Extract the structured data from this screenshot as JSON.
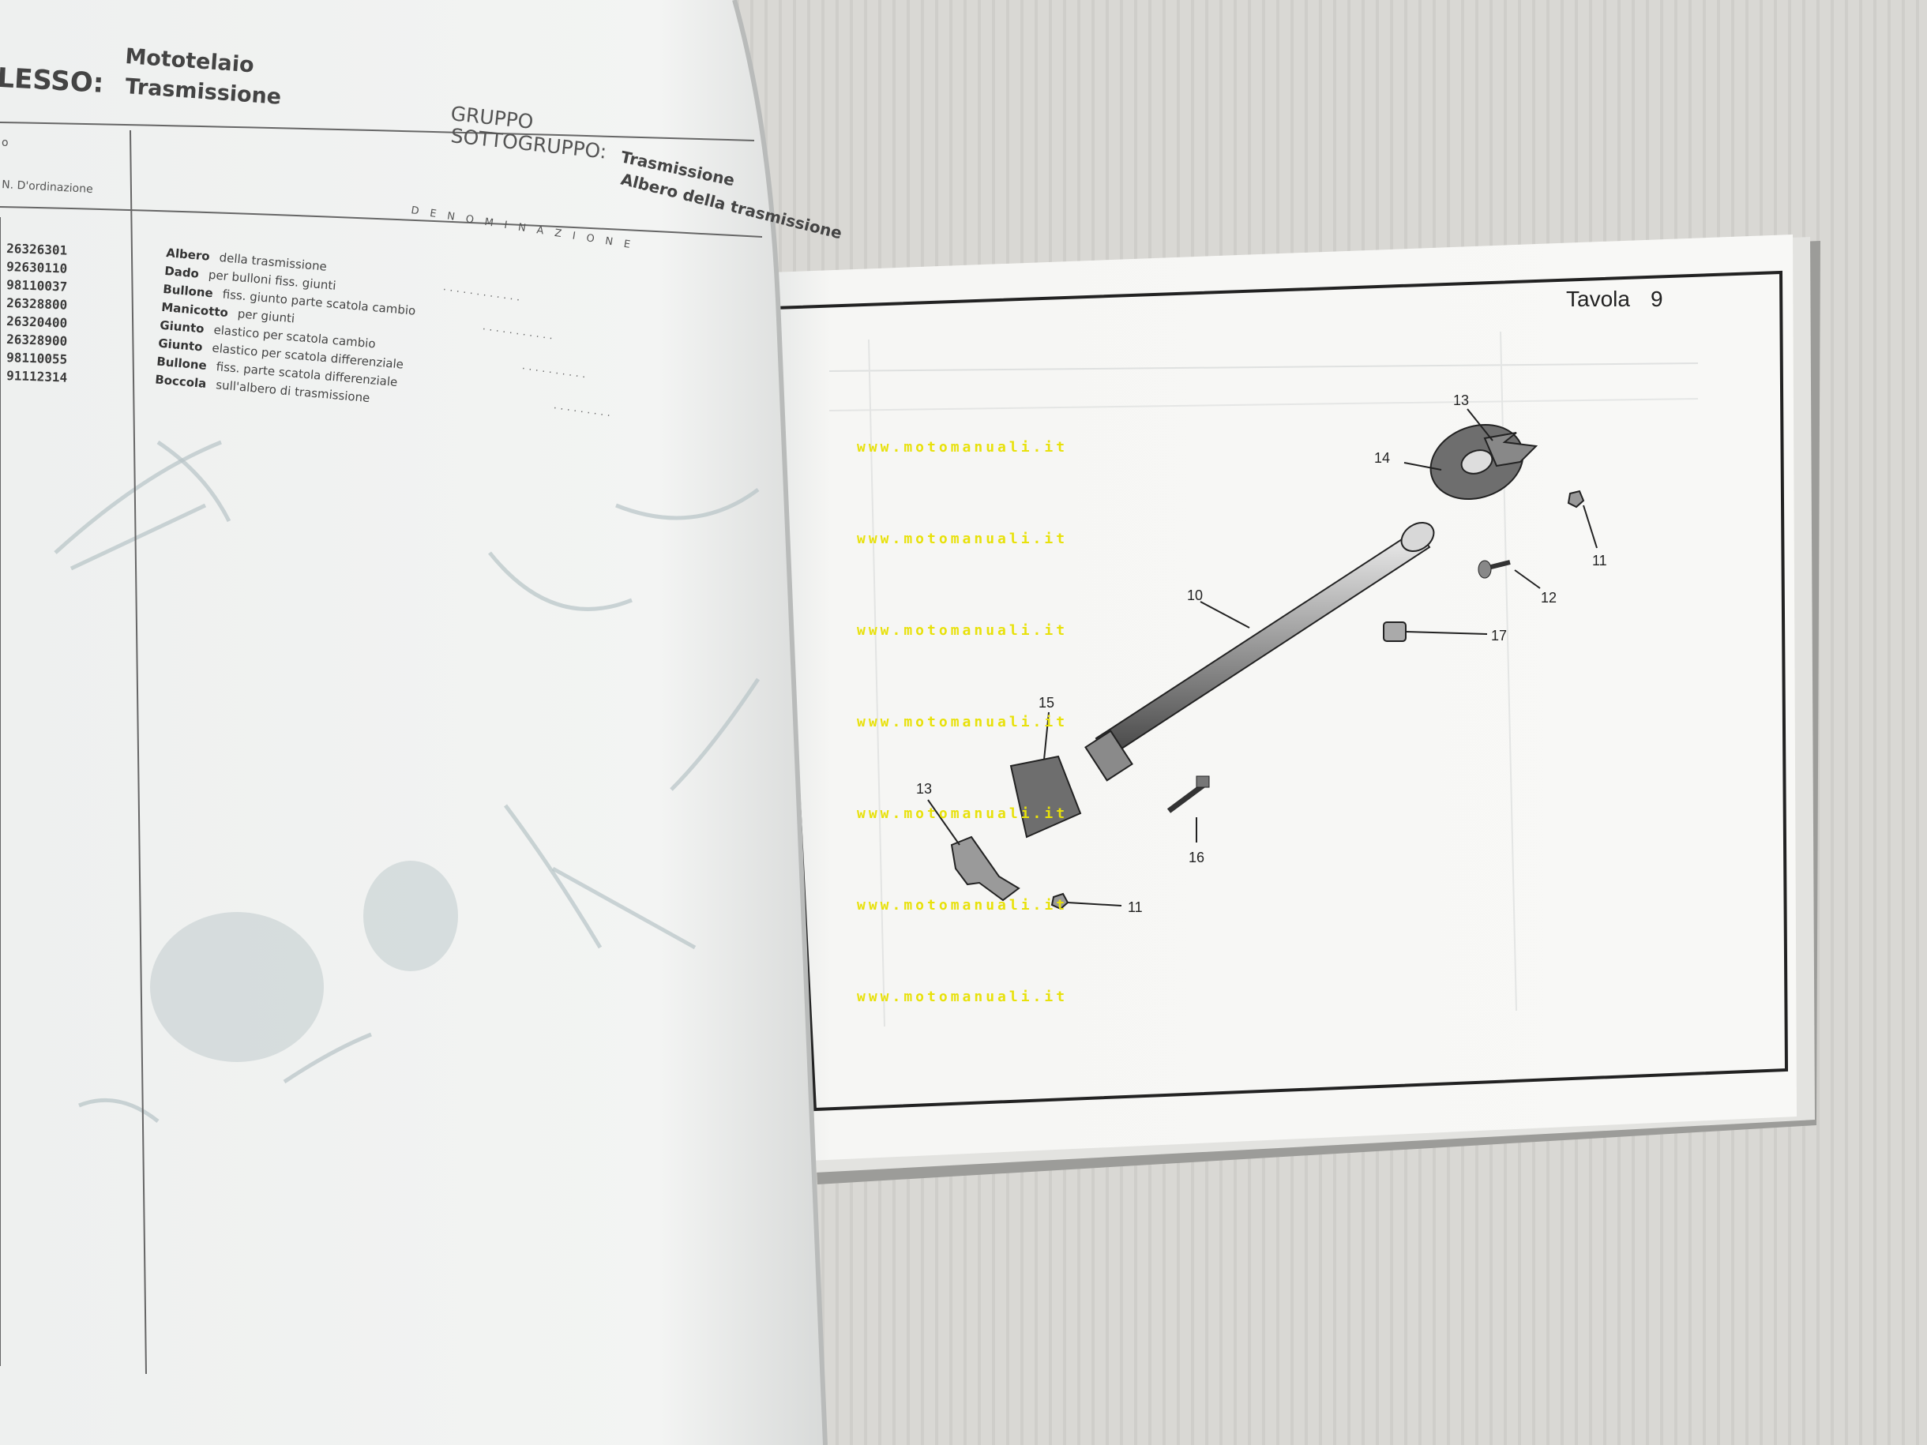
{
  "left_page": {
    "complesso_label": "LESSO:",
    "complesso_value_1": "Mototelaio",
    "complesso_value_2": "Trasmissione",
    "gruppo_label": "GRUPPO",
    "sottogruppo_label": "SOTTOGRUPPO:",
    "gruppo_value": "Trasmissione",
    "sottogruppo_value": "Albero della trasmissione",
    "col_order_header": "N. D'ordinazione",
    "col_small_header": "o",
    "denominazione_header": "DENOMINAZIONE",
    "part_numbers": [
      "26326301",
      "92630110",
      "98110037",
      "26328800",
      "26320400",
      "26328900",
      "98110055",
      "91112314"
    ],
    "parts": [
      {
        "name": "Albero",
        "rest": "della trasmissione"
      },
      {
        "name": "Dado",
        "rest": "per bulloni fiss. giunti"
      },
      {
        "name": "Bullone",
        "rest": "fiss. giunto parte scatola cambio"
      },
      {
        "name": "Manicotto",
        "rest": "per giunti"
      },
      {
        "name": "Giunto",
        "rest": "elastico per scatola cambio"
      },
      {
        "name": "Giunto",
        "rest": "elastico per scatola differenziale"
      },
      {
        "name": "Bullone",
        "rest": "fiss. parte scatola differenziale"
      },
      {
        "name": "Boccola",
        "rest": "sull'albero di trasmissione"
      }
    ]
  },
  "right_page": {
    "tavola_label": "Tavola",
    "tavola_number": "9",
    "callouts": [
      "13",
      "14",
      "11",
      "12",
      "10",
      "17",
      "15",
      "13",
      "16",
      "11"
    ]
  },
  "watermarks": [
    "www.motomanuali.it",
    "www.motomanuali.it",
    "www.motomanuali.it",
    "www.motomanuali.it",
    "www.motomanuali.it",
    "www.motomanuali.it",
    "www.motomanuali.it"
  ],
  "colors": {
    "background": "#d9d8d4",
    "paper": "#f6f6f4",
    "watermark": "#e8e10a",
    "print": "#333333"
  }
}
